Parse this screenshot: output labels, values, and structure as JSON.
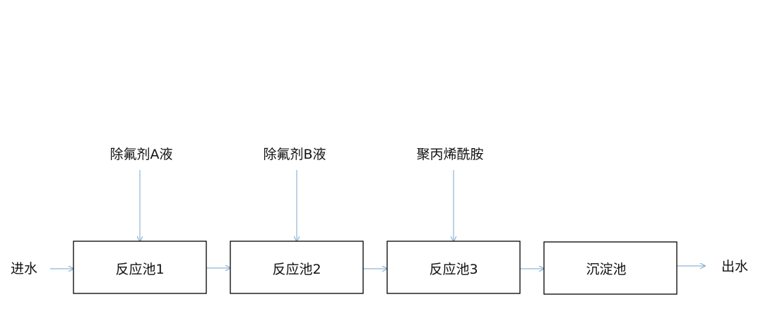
{
  "diagram": {
    "inlet_label": "进水",
    "outlet_label": "出水",
    "stages": [
      {
        "label": "反应池1",
        "dosing_label": "除氟剂A液"
      },
      {
        "label": "反应池2",
        "dosing_label": "除氟剂B液"
      },
      {
        "label": "反应池3",
        "dosing_label": "聚丙烯酰胺"
      },
      {
        "label": "沉淀池",
        "dosing_label": ""
      }
    ],
    "colors": {
      "box_border": "#000000",
      "arrow": "#8fb4d6",
      "text": "#111111",
      "background": "#ffffff"
    }
  }
}
